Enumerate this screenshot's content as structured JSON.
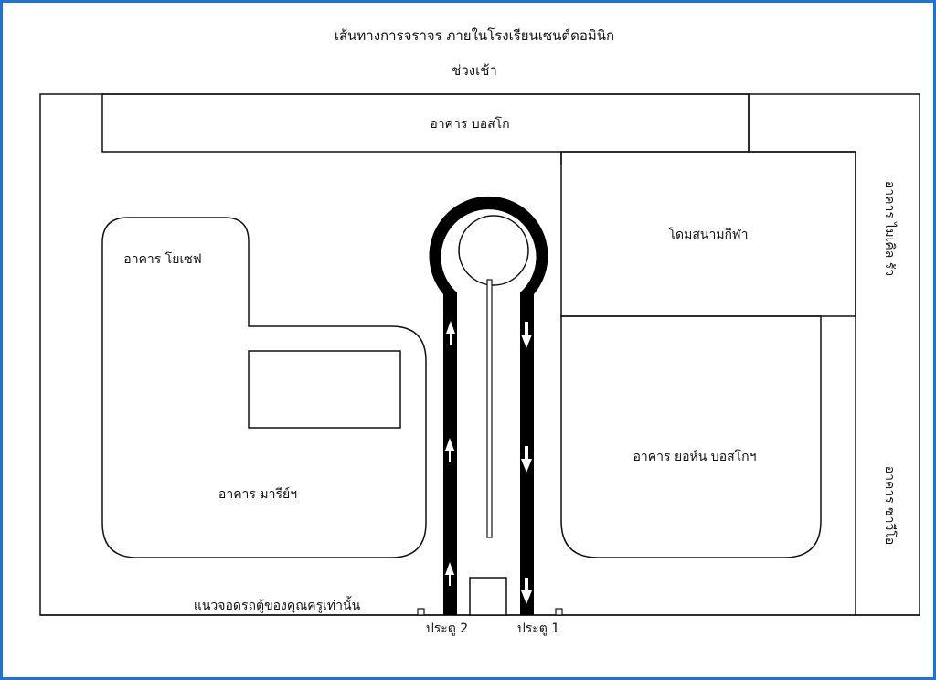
{
  "title": "เส้นทางการจราจร ภายในโรงเรียนเซนต์ดอมินิก",
  "subtitle": "ช่วงเช้า",
  "buildings": {
    "bosco": "อาคาร บอสโก",
    "joseph": "อาคาร โยเซฟ",
    "mary": "อาคาร มารีย์ฯ",
    "dome": "โดมสนามกีฬา",
    "john_bosco": "อาคาร ยอห์น บอสโกฯ",
    "michael": "อาคาร ไมเคิล รัว",
    "savio": "อาคาร ซาวีโอ"
  },
  "parking_note": "แนวจอดรถตู้ของคุณครูเท่านั้น",
  "gates": {
    "gate2": "ประตู 2",
    "gate1": "ประตู 1"
  },
  "colors": {
    "frame": "#1e73d6",
    "road": "#000000",
    "line": "#111111"
  }
}
